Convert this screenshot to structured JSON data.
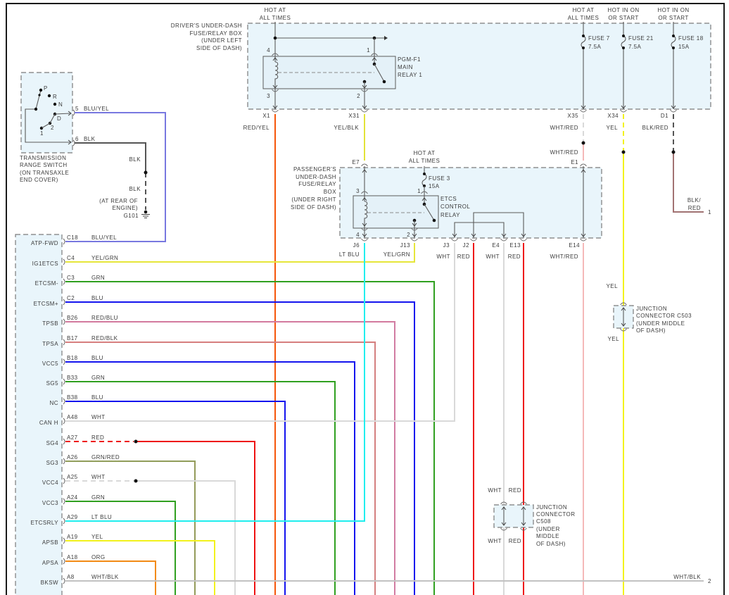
{
  "supply_labels": [
    {
      "line1": "HOT AT",
      "line2": "ALL TIMES"
    },
    {
      "line1": "HOT AT",
      "line2": "ALL TIMES"
    },
    {
      "line1": "HOT IN ON",
      "line2": "OR START"
    },
    {
      "line1": "HOT IN ON",
      "line2": "OR START"
    },
    {
      "line1": "HOT AT",
      "line2": "ALL TIMES"
    }
  ],
  "driver_box": {
    "label": [
      "DRIVER'S UNDER-DASH",
      "FUSE/RELAY BOX",
      "(UNDER LEFT",
      "SIDE OF DASH)"
    ],
    "relay": {
      "label": [
        "PGM-F1",
        "MAIN",
        "RELAY 1"
      ],
      "pins": {
        "p4": "4",
        "p1": "1",
        "p3": "3",
        "p2": "2"
      }
    },
    "fuses": [
      {
        "name": "FUSE 7",
        "rating": "7.5A"
      },
      {
        "name": "FUSE 21",
        "rating": "7.5A"
      },
      {
        "name": "FUSE 18",
        "rating": "15A"
      }
    ],
    "connectors": {
      "x1": "X1",
      "x31": "X31",
      "x35": "X35",
      "x34": "X34",
      "d1": "D1"
    }
  },
  "passenger_box": {
    "label": [
      "PASSENGER'S",
      "UNDER-DASH",
      "FUSE/RELAY",
      "BOX",
      "(UNDER RIGHT",
      "SIDE OF DASH)"
    ],
    "relay": {
      "label": [
        "ETCS",
        "CONTROL",
        "RELAY"
      ],
      "pins": {
        "p3": "3",
        "p1": "1",
        "p4": "4",
        "p2": "2"
      }
    },
    "fuse": {
      "name": "FUSE 3",
      "rating": "15A"
    },
    "connectors": {
      "e7": "E7",
      "e1": "E1",
      "j6": "J6",
      "j13": "J13",
      "j3": "J3",
      "j2": "J2",
      "e4": "E4",
      "e13": "E13",
      "e14": "E14"
    }
  },
  "wire_labels": {
    "x1": "RED/YEL",
    "x31": "YEL/BLK",
    "x35_a": "WHT/RED",
    "x35_b": "WHT/RED",
    "x34": "YEL",
    "d1": "BLK/RED",
    "d1_out": [
      "BLK/",
      "RED"
    ],
    "d1_out_ref": "1",
    "j6": "LT BLU",
    "j13": "YEL/GRN",
    "j3": "WHT",
    "j2": "RED",
    "e4": "WHT",
    "e13": "RED",
    "e14": "WHT/RED",
    "c503_top": "YEL",
    "c503_bottom": "YEL",
    "c508_top": [
      "WHT",
      "RED"
    ],
    "c508_bottom": [
      "WHT",
      "RED"
    ],
    "bksw_out": "WHT/BLK",
    "bksw_out_ref": "2"
  },
  "transmission_switch": {
    "label": [
      "TRANSMISSION",
      "RANGE SWITCH",
      "(ON TRANSAXLE",
      "END COVER)"
    ],
    "positions": [
      "P",
      "R",
      "N",
      "D",
      "2",
      "1"
    ],
    "pins": [
      {
        "pin": "5",
        "wire": "BLU/YEL"
      },
      {
        "pin": "6",
        "wire": "BLK"
      }
    ]
  },
  "ground": {
    "wire_labels": [
      "BLK",
      "BLK"
    ],
    "location": [
      "(AT REAR OF",
      "ENGINE)"
    ],
    "id": "G101"
  },
  "junction_c503": {
    "label": [
      "JUNCTION",
      "CONNECTOR C503",
      "(UNDER MIDDLE",
      "OF DASH)"
    ]
  },
  "junction_c508": {
    "label": [
      "JUNCTION",
      "CONNECTOR",
      "C508",
      "(UNDER",
      "MIDDLE",
      "OF DASH)"
    ]
  },
  "ecm": {
    "rows": [
      {
        "signal": "ATP-FWD",
        "pin": "C18",
        "wire": "BLU/YEL"
      },
      {
        "signal": "IG1ETCS",
        "pin": "C4",
        "wire": "YEL/GRN"
      },
      {
        "signal": "ETCSM-",
        "pin": "C3",
        "wire": "GRN"
      },
      {
        "signal": "ETCSM+",
        "pin": "C2",
        "wire": "BLU"
      },
      {
        "signal": "TPSB",
        "pin": "B26",
        "wire": "RED/BLU"
      },
      {
        "signal": "TPSA",
        "pin": "B17",
        "wire": "RED/BLK"
      },
      {
        "signal": "VCC5",
        "pin": "B18",
        "wire": "BLU"
      },
      {
        "signal": "SG5",
        "pin": "B33",
        "wire": "GRN"
      },
      {
        "signal": "NC",
        "pin": "B38",
        "wire": "BLU"
      },
      {
        "signal": "CAN H",
        "pin": "A48",
        "wire": "WHT"
      },
      {
        "signal": "SG4",
        "pin": "A27",
        "wire": "RED"
      },
      {
        "signal": "SG3",
        "pin": "A26",
        "wire": "GRN/RED"
      },
      {
        "signal": "VCC4",
        "pin": "A25",
        "wire": "WHT"
      },
      {
        "signal": "VCC3",
        "pin": "A24",
        "wire": "GRN"
      },
      {
        "signal": "ETCSRLY",
        "pin": "A29",
        "wire": "LT BLU"
      },
      {
        "signal": "APSB",
        "pin": "A19",
        "wire": "YEL"
      },
      {
        "signal": "APSA",
        "pin": "A18",
        "wire": "ORG"
      },
      {
        "signal": "BKSW",
        "pin": "A8",
        "wire": "WHT/BLK"
      }
    ]
  },
  "wire_colors": {
    "BLU_YEL": {
      "base": "#7878e0"
    },
    "YEL_GRN": {
      "base": "#e6e63a"
    },
    "GRN": {
      "base": "#30a020"
    },
    "BLU": {
      "base": "#1414ee"
    },
    "RED_BLU": {
      "base": "#f26464",
      "stripe": "#a0a0ff"
    },
    "RED_BLK": {
      "base": "#f26464",
      "stripe": "#a8a8a8"
    },
    "WHT": {
      "base": "#d9d9d9"
    },
    "RED": {
      "base": "#ee1111"
    },
    "GRN_RED": {
      "base": "#5cb84c",
      "stripe": "#e87070"
    },
    "LT_BLU": {
      "base": "#20eeee"
    },
    "YEL": {
      "base": "#f2f21c"
    },
    "ORG": {
      "base": "#f28a14"
    },
    "WHT_BLK": {
      "base": "#cccccc",
      "stripe": "#b0b0b0"
    },
    "RED_YEL": {
      "base": "#ee2a08",
      "stripe": "#ff9a10"
    },
    "YEL_BLK": {
      "base": "#e2e238"
    },
    "WHT_RED": {
      "base": "#f5b8b8"
    },
    "BLK_RED": {
      "base": "#777777",
      "stripe": "#e46a6a"
    },
    "BLK": {
      "base": "#555555"
    }
  }
}
